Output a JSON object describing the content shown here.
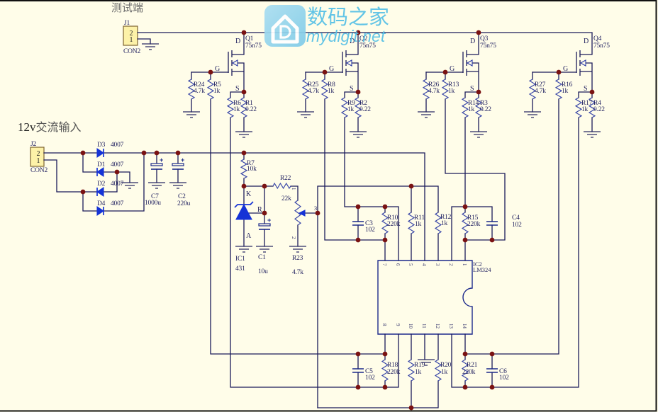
{
  "headings": {
    "test_port": "测试端",
    "ac_input_voltage": "12v",
    "ac_input_label": "交流输入"
  },
  "connectors": {
    "J1": {
      "ref": "J1",
      "type": "CON2",
      "pin_2": "2",
      "pin_1": "1"
    },
    "J2": {
      "ref": "J2",
      "type": "CON2",
      "pin_2": "2",
      "pin_1": "1"
    }
  },
  "diodes": {
    "D1": {
      "ref": "D1",
      "value": "4007"
    },
    "D2": {
      "ref": "D2",
      "value": "4007"
    },
    "D3": {
      "ref": "D3",
      "value": "4007"
    },
    "D4": {
      "ref": "D4",
      "value": "4007"
    }
  },
  "capacitors": {
    "C1": {
      "ref": "C1",
      "value": "10u"
    },
    "C2": {
      "ref": "C2",
      "value": "220u"
    },
    "C3": {
      "ref": "C3",
      "value": "102"
    },
    "C4": {
      "ref": "C4",
      "value": "102"
    },
    "C5": {
      "ref": "C5",
      "value": "102"
    },
    "C6": {
      "ref": "C6",
      "value": "102"
    },
    "C7": {
      "ref": "C7",
      "value": "1000u"
    }
  },
  "polarity_mark": "+",
  "mosfets": {
    "Q1": {
      "ref": "Q1",
      "value": "75n75"
    },
    "Q2": {
      "ref": "Q2",
      "value": "75n75"
    },
    "Q3": {
      "ref": "Q3",
      "value": "75n75"
    },
    "Q4": {
      "ref": "Q4",
      "value": "75n75"
    }
  },
  "mosfet_pins": {
    "drain": "D",
    "gate": "G",
    "source": "S"
  },
  "resistors": {
    "R1": {
      "ref": "R1",
      "value": "0.22"
    },
    "R2": {
      "ref": "R2",
      "value": "0.22"
    },
    "R3": {
      "ref": "R3",
      "value": "0.22"
    },
    "R4": {
      "ref": "R4",
      "value": "0.22"
    },
    "R5": {
      "ref": "R5",
      "value": "1k"
    },
    "R6": {
      "ref": "R6",
      "value": "1k"
    },
    "R7": {
      "ref": "R7",
      "value": "10k"
    },
    "R8": {
      "ref": "R8",
      "value": "1k"
    },
    "R9": {
      "ref": "R9",
      "value": "1k"
    },
    "R10": {
      "ref": "R10",
      "value": "220k"
    },
    "R11": {
      "ref": "R11",
      "value": "1k"
    },
    "R12": {
      "ref": "R12",
      "value": "1k"
    },
    "R13": {
      "ref": "R13",
      "value": "1k"
    },
    "R14": {
      "ref": "R14",
      "value": "1k"
    },
    "R15": {
      "ref": "R15",
      "value": "220k"
    },
    "R16": {
      "ref": "R16",
      "value": "1k"
    },
    "R17": {
      "ref": "R17",
      "value": "1k"
    },
    "R18": {
      "ref": "R18",
      "value": "220k"
    },
    "R19": {
      "ref": "R19",
      "value": "1k"
    },
    "R20": {
      "ref": "R20",
      "value": "1k"
    },
    "R21": {
      "ref": "R21",
      "value": "220k"
    },
    "R22": {
      "ref": "R22",
      "value": "22k"
    },
    "R23": {
      "ref": "R23",
      "value": "4.7k"
    },
    "R24": {
      "ref": "R24",
      "value": "4.7k"
    },
    "R25": {
      "ref": "R25",
      "value": "4.7k"
    },
    "R26": {
      "ref": "R26",
      "value": "4.7k"
    },
    "R27": {
      "ref": "R27",
      "value": "4.7k"
    }
  },
  "potentiometer_pins": {
    "pin_1": "1",
    "pin_2": "2",
    "pin_wiper": "3"
  },
  "ic1": {
    "ref": "IC1",
    "value": "431",
    "pin_cathode": "K",
    "pin_ref": "R",
    "pin_anode": "A"
  },
  "ic2": {
    "ref": "IC2",
    "value": "LM324",
    "pins_top": [
      "7",
      "6",
      "5",
      "4",
      "3",
      "2",
      "1"
    ],
    "pins_bottom": [
      "8",
      "9",
      "10",
      "11",
      "12",
      "13",
      "14"
    ]
  },
  "watermark": {
    "brand_cn": "数码之家",
    "domain": "mydigit.net"
  },
  "colors": {
    "background": "#fffde9",
    "wire": "#1b1b5a",
    "resistor": "#3b48a8",
    "junction": "#7a1212",
    "diode": "#1533d6",
    "connector_fill": "#fdf2a8",
    "watermark": "#55c0e6"
  }
}
